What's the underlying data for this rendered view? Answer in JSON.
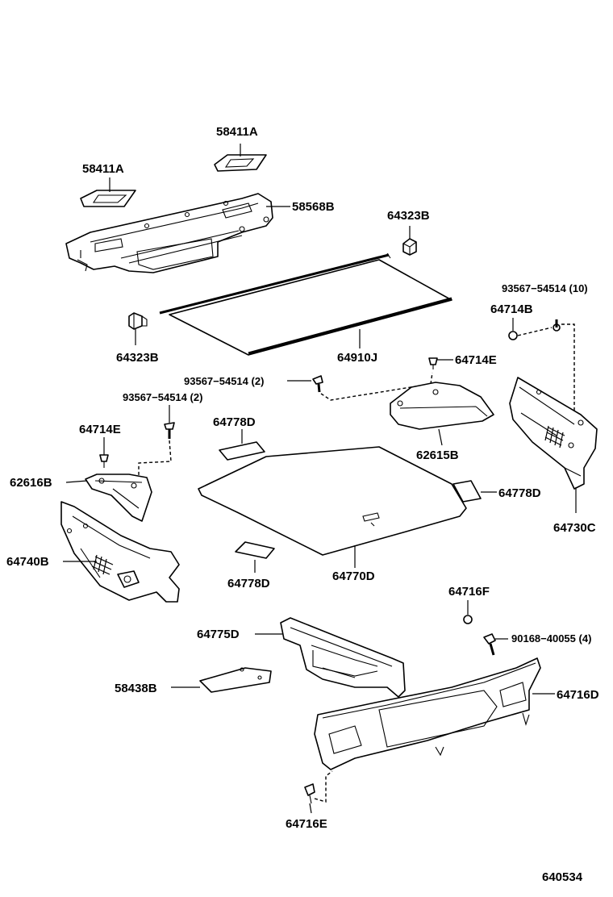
{
  "labels": {
    "p58411a_top": "58411A",
    "p58411a_left": "58411A",
    "p58568b": "58568B",
    "p64323b_right": "64323B",
    "p64323b_left": "64323B",
    "p93567_10": "93567−54514 (10)",
    "p64714b": "64714B",
    "p64910j": "64910J",
    "p64714e_mid": "64714E",
    "p93567_2_mid": "93567−54514 (2)",
    "p93567_2_left": "93567−54514 (2)",
    "p64714e_left": "64714E",
    "p64778d_top": "64778D",
    "p62615b": "62615B",
    "p64730c": "64730C",
    "p62616b": "62616B",
    "p64778d_right": "64778D",
    "p64740b": "64740B",
    "p64778d_bottom": "64778D",
    "p64770d": "64770D",
    "p64716f": "64716F",
    "p64775d": "64775D",
    "p90168": "90168−40055 (4)",
    "p58438b": "58438B",
    "p64716d": "64716D",
    "p64716e": "64716E",
    "diagram_id": "640534"
  }
}
